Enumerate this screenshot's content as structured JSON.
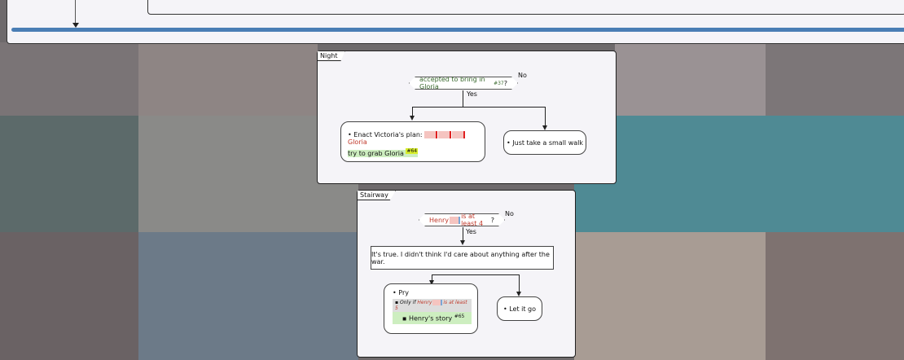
{
  "night": {
    "tag": "Night",
    "condition_text": "accepted to bring in Gloria",
    "condition_ref": "#37",
    "condition_q": "?",
    "no_label": "No",
    "yes_label": "Yes",
    "option1": {
      "bullet": "•",
      "text": "Enact Victoria's plan:",
      "thumbs_down_count": 3,
      "target": "Gloria",
      "result": "try to grab Gloria",
      "result_ref": "#64"
    },
    "option2": {
      "bullet": "•",
      "text": "Just take a small walk"
    }
  },
  "stairway": {
    "tag": "Stairway",
    "condition_name": "Henry",
    "condition_text": "is at least 4",
    "condition_q": "?",
    "no_label": "No",
    "yes_label": "Yes",
    "dialogue": "It's true. I didn't think I'd care about anything after the war.",
    "option1": {
      "bullet": "•",
      "text": "Pry",
      "sub_bullet": "▪",
      "req_prefix": "Only if",
      "req_name": "Henry",
      "req_text": "is at least 5",
      "result": "Henry's story",
      "result_ref": "#65"
    },
    "option2": {
      "bullet": "•",
      "text": "Let it go"
    }
  },
  "colors": {
    "accent_line": "#4a7eb5",
    "condition_green": "#3a6a2e",
    "condition_red": "#c0392b"
  }
}
